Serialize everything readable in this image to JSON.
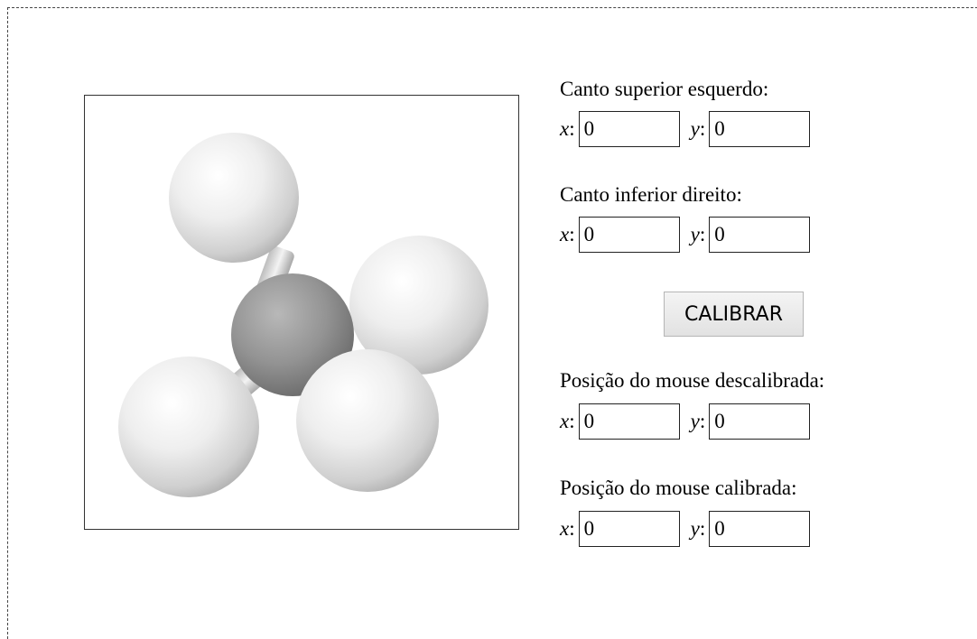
{
  "canvas": {
    "image_name": "methane-molecule-model"
  },
  "top_left": {
    "heading": "Canto superior esquerdo:",
    "x_label": "x",
    "y_label": "y",
    "x_value": "0",
    "y_value": "0"
  },
  "bottom_right": {
    "heading": "Canto inferior direito:",
    "x_label": "x",
    "y_label": "y",
    "x_value": "0",
    "y_value": "0"
  },
  "calibrate_button": {
    "label": "CALIBRAR"
  },
  "mouse_raw": {
    "heading": "Posição do mouse descalibrada:",
    "x_label": "x",
    "y_label": "y",
    "x_value": "0",
    "y_value": "0"
  },
  "mouse_calibrated": {
    "heading": "Posição do mouse calibrada:",
    "x_label": "x",
    "y_label": "y",
    "x_value": "0",
    "y_value": "0"
  },
  "colors": {
    "carbon": "#8a8a8a",
    "hydrogen": "#e8e8e8",
    "border": "#333333"
  }
}
